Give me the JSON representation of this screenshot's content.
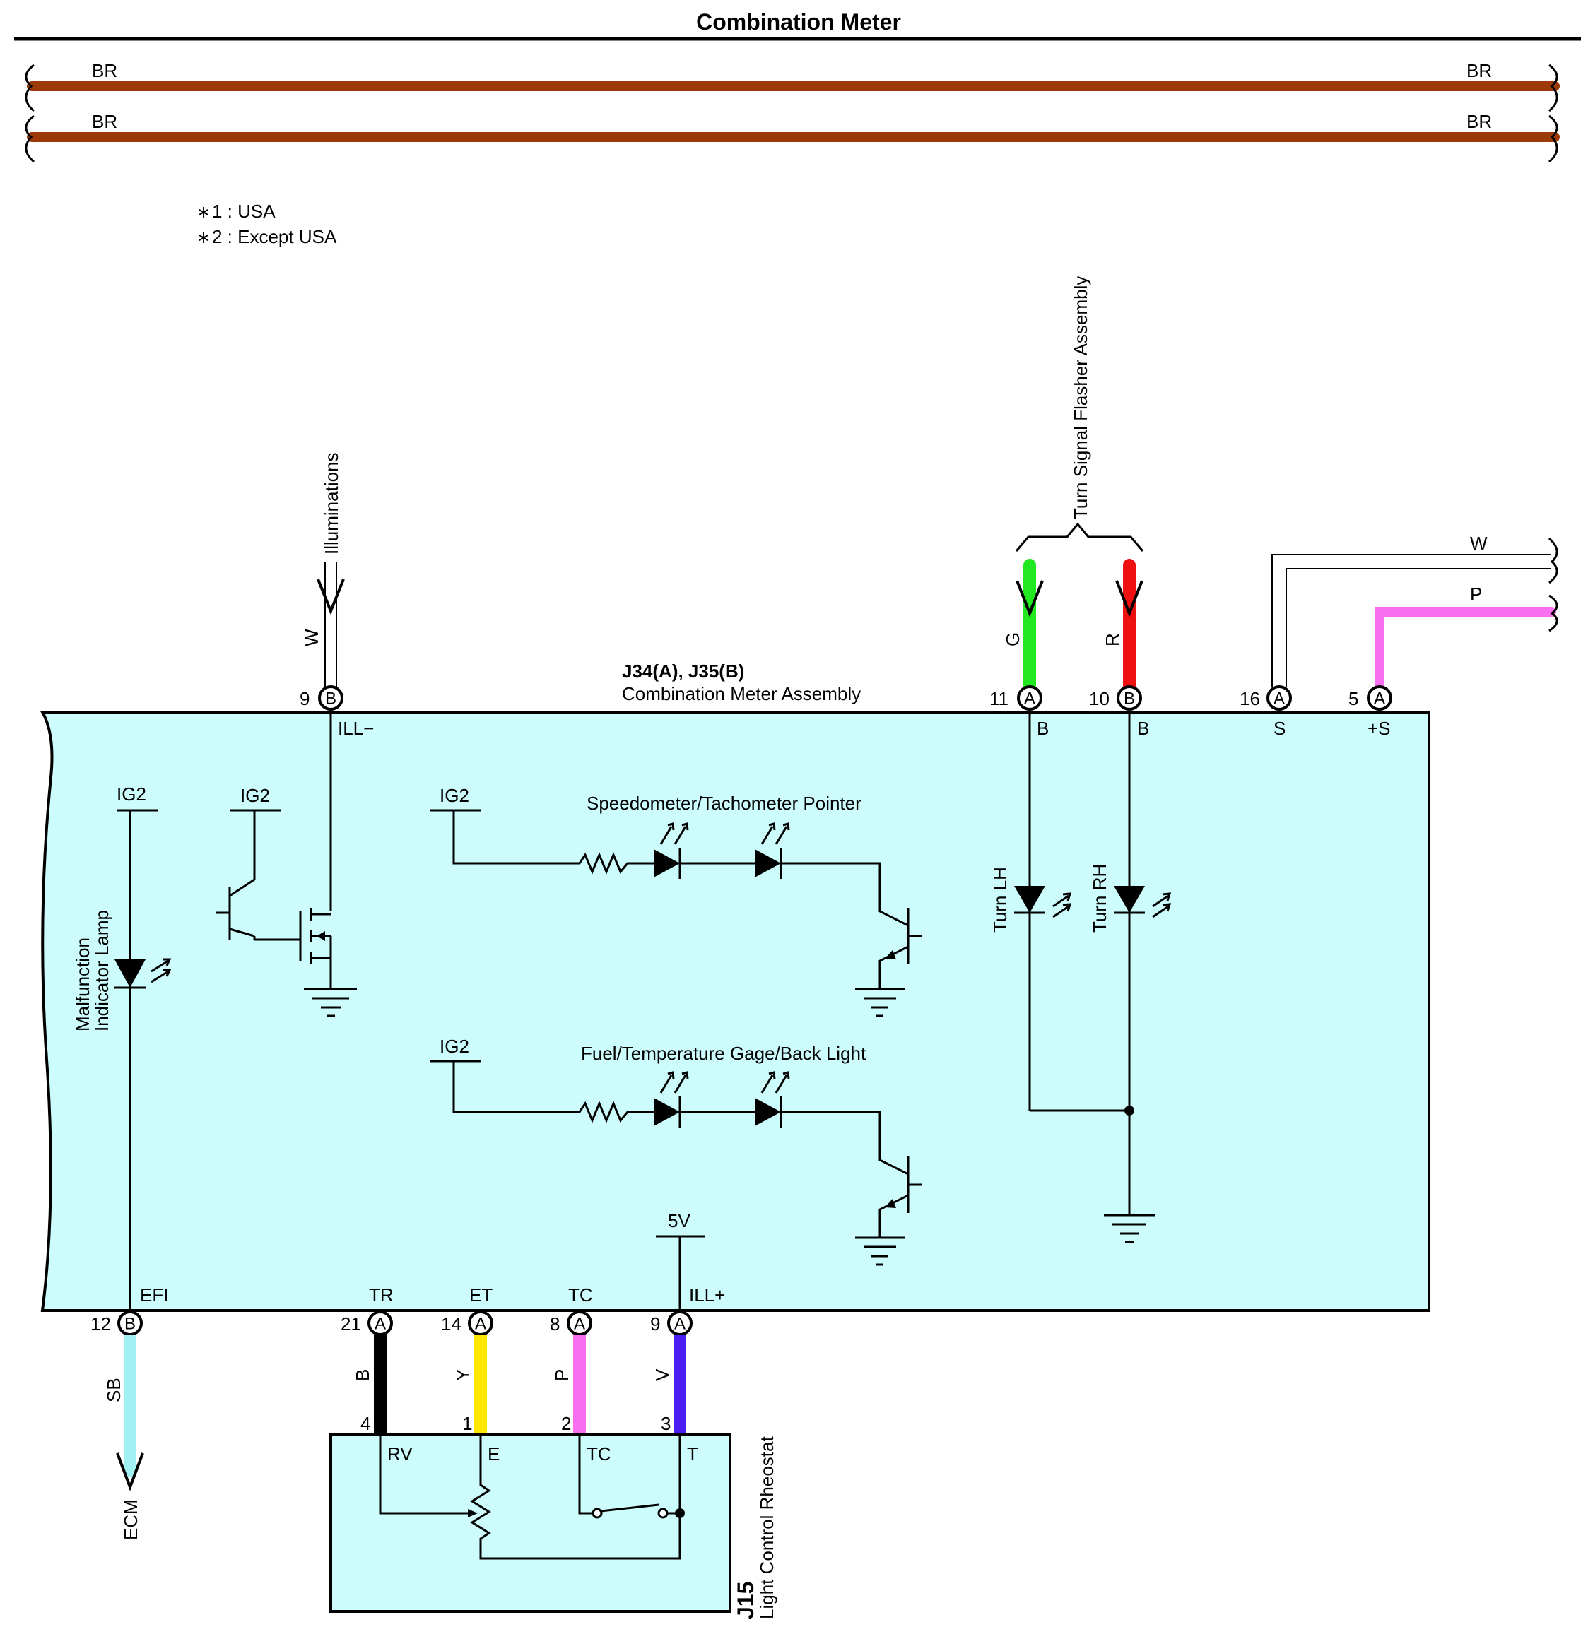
{
  "title": "Combination Meter",
  "colors": {
    "BR": "#9b3a08",
    "G": "#22e822",
    "R": "#ee1111",
    "P": "#f870f0",
    "SB": "#a0f0f4",
    "B": "#000000",
    "Y": "#ffe600",
    "V": "#4a1ff0",
    "box_fill": "#ccfcfc"
  },
  "ground_bus": {
    "left_label": "BR",
    "right_label": "BR"
  },
  "notes": [
    {
      "mark": "∗",
      "text": "1 : USA"
    },
    {
      "mark": "∗",
      "text": "2 : Except USA"
    }
  ],
  "meter": {
    "connector": "J34(A), J35(B)",
    "name": "Combination Meter Assembly"
  },
  "top_terminals": [
    {
      "pin": "9",
      "conn": "B",
      "signal": "ILL−",
      "wire": "W"
    },
    {
      "pin": "11",
      "conn": "A",
      "signal": "B",
      "wire": "G"
    },
    {
      "pin": "10",
      "conn": "B",
      "signal": "B",
      "wire": "R"
    },
    {
      "pin": "16",
      "conn": "A",
      "signal": "S",
      "wire": "W"
    },
    {
      "pin": "5",
      "conn": "A",
      "signal": "+S",
      "wire": "P"
    }
  ],
  "bottom_terminals": [
    {
      "pin": "12",
      "conn": "B",
      "signal": "EFI",
      "wire": "SB"
    },
    {
      "pin": "21",
      "conn": "A",
      "signal": "TR",
      "wire": "B"
    },
    {
      "pin": "14",
      "conn": "A",
      "signal": "ET",
      "wire": "Y"
    },
    {
      "pin": "8",
      "conn": "A",
      "signal": "TC",
      "wire": "P"
    },
    {
      "pin": "9",
      "conn": "A",
      "signal": "ILL+",
      "wire": "V"
    }
  ],
  "external": {
    "illuminations": "Illuminations",
    "turn_flasher": "Turn Signal Flasher Assembly",
    "ecm": "ECM"
  },
  "internal": {
    "ig2": "IG2",
    "five_v": "5V",
    "malfunction_lamp": [
      "Malfunction",
      "Indicator Lamp"
    ],
    "speedo": "Speedometer/Tachometer Pointer",
    "fuel": "Fuel/Temperature Gage/Back Light",
    "turn_lh": "Turn LH",
    "turn_rh": "Turn RH"
  },
  "rheostat": {
    "code": "J15",
    "name": "Light Control Rheostat",
    "pins": [
      {
        "num": "4",
        "label": "RV"
      },
      {
        "num": "1",
        "label": "E"
      },
      {
        "num": "2",
        "label": "TC"
      },
      {
        "num": "3",
        "label": "T"
      }
    ]
  }
}
